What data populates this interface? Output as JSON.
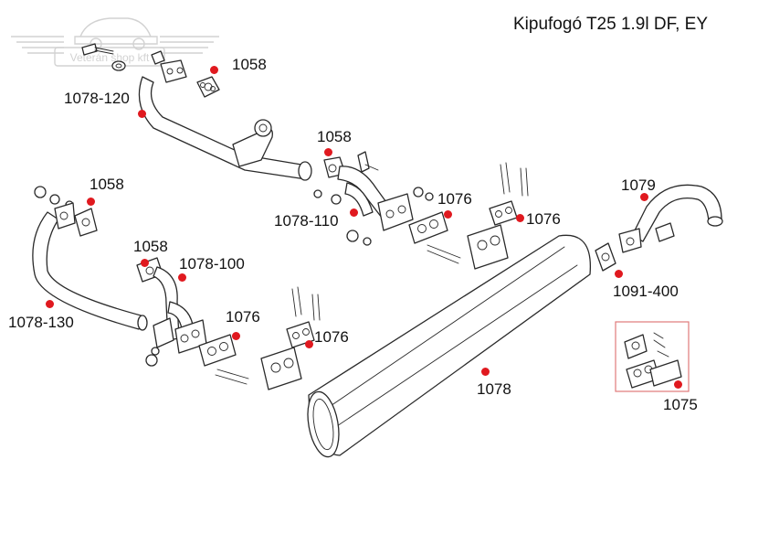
{
  "title": "Kipufogó T25 1.9l DF, EY",
  "logo": {
    "text": "Veterán shop kft"
  },
  "colors": {
    "marker": "#e0191f",
    "kit_border": "#e07a7a",
    "logo": "#c4c4c4"
  },
  "parts": [
    {
      "id": "p-1058-a",
      "label": "1058"
    },
    {
      "id": "p-1078-120",
      "label": "1078-120"
    },
    {
      "id": "p-1058-b",
      "label": "1058"
    },
    {
      "id": "p-1078-110",
      "label": "1078-110"
    },
    {
      "id": "p-1076-a",
      "label": "1076"
    },
    {
      "id": "p-1076-b",
      "label": "1076"
    },
    {
      "id": "p-1079",
      "label": "1079"
    },
    {
      "id": "p-1091-400",
      "label": "1091-400"
    },
    {
      "id": "p-1058-c",
      "label": "1058"
    },
    {
      "id": "p-1058-d",
      "label": "1058"
    },
    {
      "id": "p-1078-100",
      "label": "1078-100"
    },
    {
      "id": "p-1078-130",
      "label": "1078-130"
    },
    {
      "id": "p-1076-c",
      "label": "1076"
    },
    {
      "id": "p-1076-d",
      "label": "1076"
    },
    {
      "id": "p-1078",
      "label": "1078"
    },
    {
      "id": "p-1075",
      "label": "1075"
    }
  ]
}
